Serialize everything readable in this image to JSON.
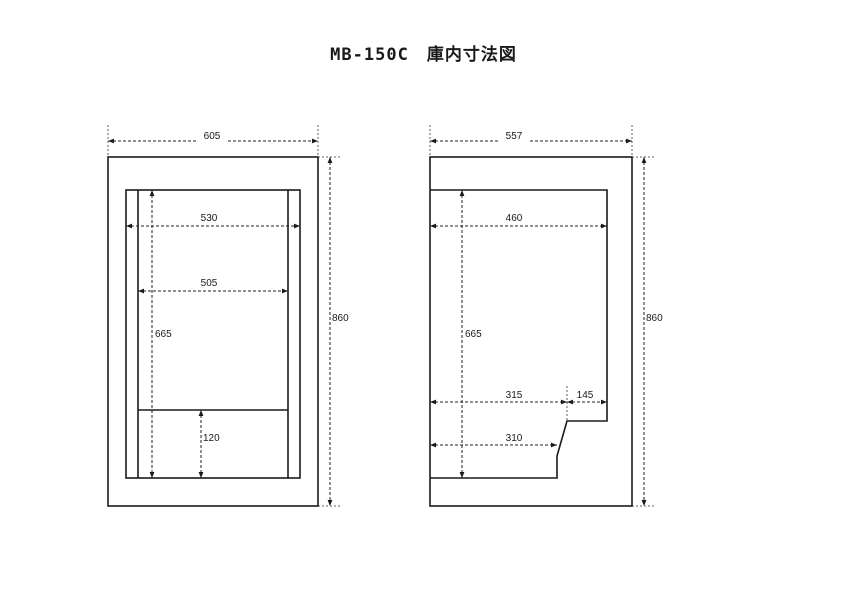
{
  "title": "MB-150C　庫内寸法図",
  "front_view": {
    "outer_width": "605",
    "outer_height": "860",
    "inner_width_upper": "530",
    "inner_width_lower": "505",
    "inner_height": "665",
    "bottom_height": "120"
  },
  "side_view": {
    "outer_depth": "557",
    "outer_height": "860",
    "inner_depth": "460",
    "inner_height": "665",
    "upper_step_depth": "315",
    "step_width": "145",
    "lower_step_depth": "310"
  }
}
